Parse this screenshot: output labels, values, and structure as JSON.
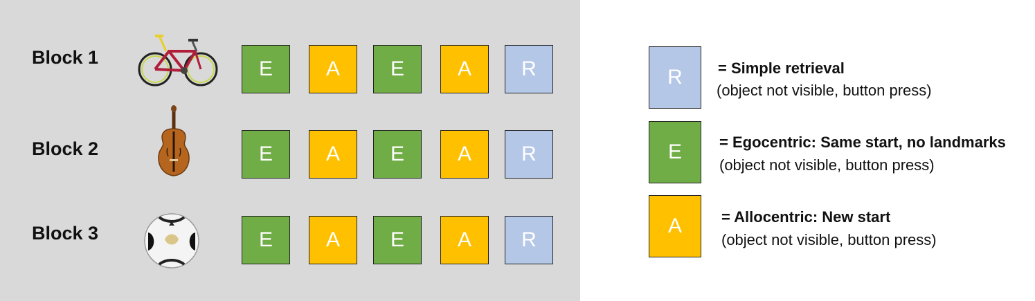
{
  "colors": {
    "E": "#70ad47",
    "A": "#ffc000",
    "R": "#b4c7e7",
    "panel": "#d9d9d9"
  },
  "blocks": [
    {
      "label": "Block 1",
      "object": "bicycle-icon",
      "trials": [
        "E",
        "A",
        "E",
        "A",
        "R"
      ]
    },
    {
      "label": "Block 2",
      "object": "violin-icon",
      "trials": [
        "E",
        "A",
        "E",
        "A",
        "R"
      ]
    },
    {
      "label": "Block 3",
      "object": "soccer-ball-icon",
      "trials": [
        "E",
        "A",
        "E",
        "A",
        "R"
      ]
    }
  ],
  "legend": [
    {
      "key": "R",
      "title": "= Simple retrieval",
      "desc": "(object not visible, button press)"
    },
    {
      "key": "E",
      "title": "= Egocentric: Same start, no landmarks",
      "desc": "(object not visible, button press)"
    },
    {
      "key": "A",
      "title": "= Allocentric: New start",
      "desc": "(object not visible, button press)"
    }
  ]
}
